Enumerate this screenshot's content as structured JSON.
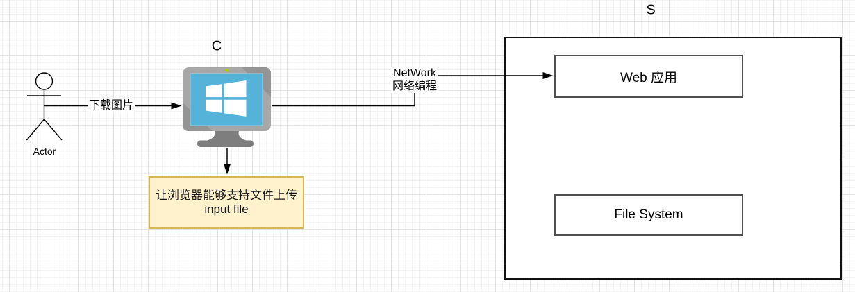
{
  "diagram": {
    "client_label": "C",
    "system_label": "S",
    "actor": {
      "name_label": "Actor"
    },
    "boxes": {
      "web_app": {
        "label": "Web 应用"
      },
      "file_system": {
        "label": "File System"
      }
    },
    "note": {
      "line1": "让浏览器能够支持文件上传",
      "line2": "input file"
    },
    "edges": {
      "download": {
        "label": "下载图片"
      },
      "network": {
        "label_line1": "NetWork",
        "label_line2": "网络编程"
      }
    },
    "icons": {
      "actor": "stick-figure-icon",
      "client": "windows-monitor-icon"
    },
    "colors": {
      "note_fill": "#FFF2CC",
      "note_border": "#D6B656",
      "monitor_frame": "#A7A7A7",
      "monitor_frame_shade": "#949494",
      "monitor_screen": "#55B2D8",
      "monitor_stand": "#7E7E7E",
      "power_led": "#B0CB0C",
      "windows_logo": "#FFFFFF",
      "edge_stroke": "#000000",
      "grid_minor": "#F4F4F4",
      "grid_major": "#E3E3E3",
      "box_border": "#4F4F4F",
      "boundary_border": "#111111"
    }
  }
}
